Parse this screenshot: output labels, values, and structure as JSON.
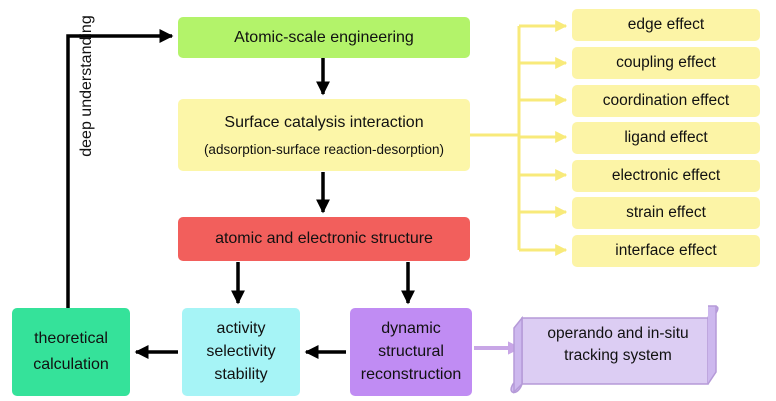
{
  "diagram": {
    "atomic_engineering": "Atomic-scale engineering",
    "surface_catalysis": {
      "title": "Surface catalysis interaction",
      "subtitle": "(adsorption-surface reaction-desorption)"
    },
    "structure": "atomic and electronic structure",
    "theoretical": [
      "theoretical",
      "calculation"
    ],
    "performance": [
      "activity",
      "selectivity",
      "stability"
    ],
    "dynamic": [
      "dynamic",
      "structural",
      "reconstruction"
    ],
    "operando": [
      "operando and in-situ",
      "tracking system"
    ],
    "feedback_label": "deep understanding",
    "effects": [
      "edge effect",
      "coupling effect",
      "coordination effect",
      "ligand effect",
      "electronic effect",
      "strain effect",
      "interface effect"
    ]
  },
  "colors": {
    "green": "#b3f36a",
    "yellow": "#fcf6a8",
    "red": "#f25f5c",
    "teal": "#35e29a",
    "cyan": "#a6f4f6",
    "purple": "#c08cf3",
    "scroll": "#dccdf3",
    "connector_yellow": "#f8ea7a",
    "arrow_black": "#000000",
    "arrow_purple": "#c8a6e6"
  }
}
